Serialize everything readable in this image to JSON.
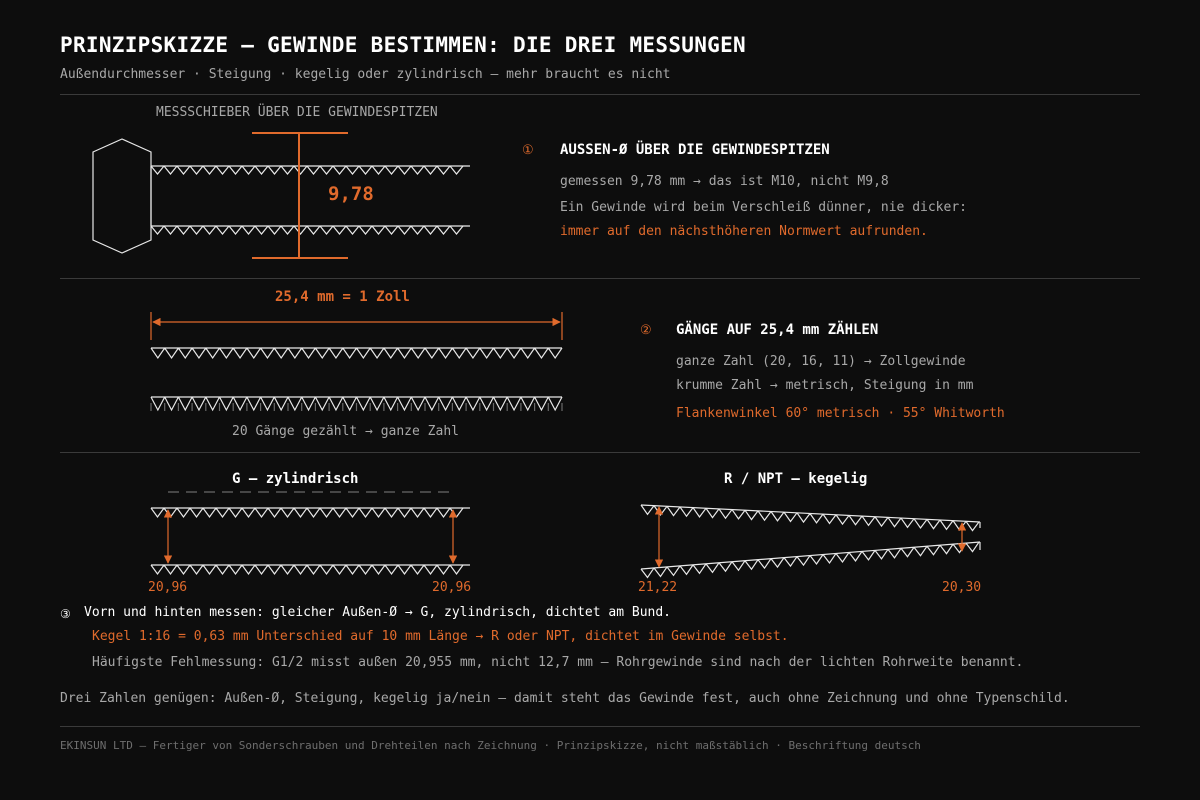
{
  "header": {
    "title": "PRINZIPSKIZZE — GEWINDE BESTIMMEN: DIE DREI MESSUNGEN",
    "subtitle": "Außendurchmesser · Steigung · kegelig oder zylindrisch — mehr braucht es nicht"
  },
  "section1": {
    "diagram_caption": "MESSSCHIEBER ÜBER DIE GEWINDESPITZEN",
    "diagram_value": "9,78",
    "number": "①",
    "heading": "AUSSEN-Ø ÜBER DIE GEWINDESPITZEN",
    "line1": "gemessen 9,78 mm  →  das ist M10, nicht M9,8",
    "line2": "Ein Gewinde wird beim Verschleiß dünner, nie dicker:",
    "line3": "immer auf den nächsthöheren Normwert aufrunden."
  },
  "section2": {
    "dimension_label": "25,4 mm  =  1 Zoll",
    "diagram_caption": "20 Gänge gezählt  →  ganze Zahl",
    "number": "②",
    "heading": "GÄNGE AUF 25,4 mm ZÄHLEN",
    "line1": "ganze Zahl (20, 16, 11) → Zollgewinde",
    "line2": "krumme Zahl → metrisch, Steigung in mm",
    "line3": "Flankenwinkel 60° metrisch · 55° Whitworth"
  },
  "section3": {
    "left_title": "G  —  zylindrisch",
    "left_val_start": "20,96",
    "left_val_end": "20,96",
    "right_title": "R / NPT  —  kegelig",
    "right_val_start": "21,22",
    "right_val_end": "20,30",
    "number": "③",
    "line1": "Vorn und hinten messen: gleicher Außen-Ø → G, zylindrisch, dichtet am Bund.",
    "line2": "Kegel 1:16 = 0,63 mm Unterschied auf 10 mm Länge → R oder NPT, dichtet im Gewinde selbst.",
    "line3": "Häufigste Fehlmessung: G1/2 misst außen 20,955 mm, nicht 12,7 mm — Rohrgewinde sind nach der lichten Rohrweite benannt."
  },
  "summary": "Drei Zahlen genügen: Außen-Ø, Steigung, kegelig ja/nein — damit steht das Gewinde fest, auch ohne Zeichnung und ohne Typenschild.",
  "footer": "EKINSUN LTD — Fertiger von Sonderschrauben und Drehteilen nach Zeichnung · Prinzipskizze, nicht maßstäblich · Beschriftung deutsch",
  "colors": {
    "accent": "#e06a2c",
    "line": "#e8e8e8",
    "background": "#0d0d0d"
  }
}
